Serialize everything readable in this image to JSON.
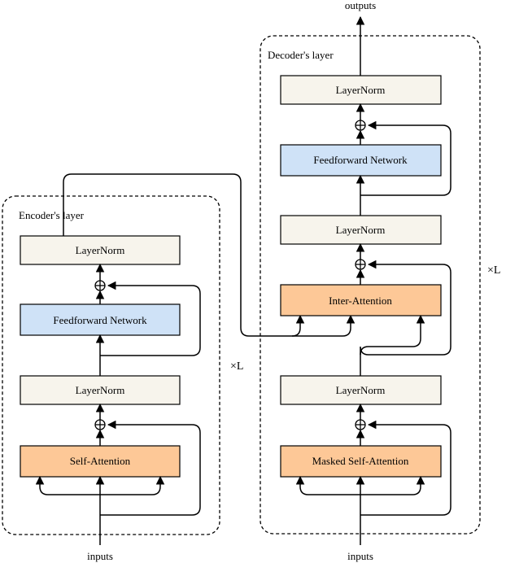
{
  "encoder": {
    "frame_label": "Encoder's layer",
    "layernorm_top": "LayerNorm",
    "feedforward": "Feedforward  Network",
    "layernorm_bottom": "LayerNorm",
    "self_attention": "Self-Attention",
    "input_label": "inputs",
    "repeat_label": "×L"
  },
  "decoder": {
    "frame_label": "Decoder's layer",
    "layernorm_top": "LayerNorm",
    "feedforward": "Feedforward  Network",
    "layernorm_middle": "LayerNorm",
    "inter_attention": "Inter-Attention",
    "layernorm_bottom": "LayerNorm",
    "masked_self_attention": "Masked Self-Attention",
    "input_label": "inputs",
    "output_label": "outputs",
    "repeat_label": "×L"
  },
  "colors": {
    "layernorm_fill": "#f7f4ec",
    "feedforward_fill": "#cfe2f7",
    "attention_fill": "#fdc897"
  }
}
